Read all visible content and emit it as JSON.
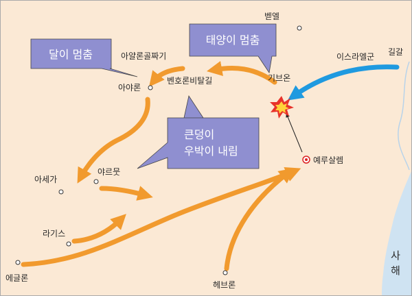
{
  "places": {
    "bethel": "벧엘",
    "aijalon_valley": "아얄론골짜기",
    "aijalon": "아야론",
    "beth_horon": "벤호론비탈길",
    "gibeon": "기브온",
    "israel_camp": "이스라엘군",
    "gilgal": "길갈",
    "jerusalem": "예루살렘",
    "azekah": "아세가",
    "jarmuth": "야르뭇",
    "lachish": "라기스",
    "eglon": "에글론",
    "hebron": "헤브론"
  },
  "sea": {
    "line1": "사",
    "line2": "해"
  },
  "callouts": {
    "moon": "달이 멈춤",
    "sun": "태양이 멈춤",
    "hail_line1": "큰덩이",
    "hail_line2": "우박이 내림"
  },
  "colors": {
    "background": "#fbe9d5",
    "sea": "#cfe3f2",
    "callout": "#8f8fd0",
    "route": "#f19a2e",
    "israel_route": "#1f9ae0",
    "border": "#444444"
  }
}
